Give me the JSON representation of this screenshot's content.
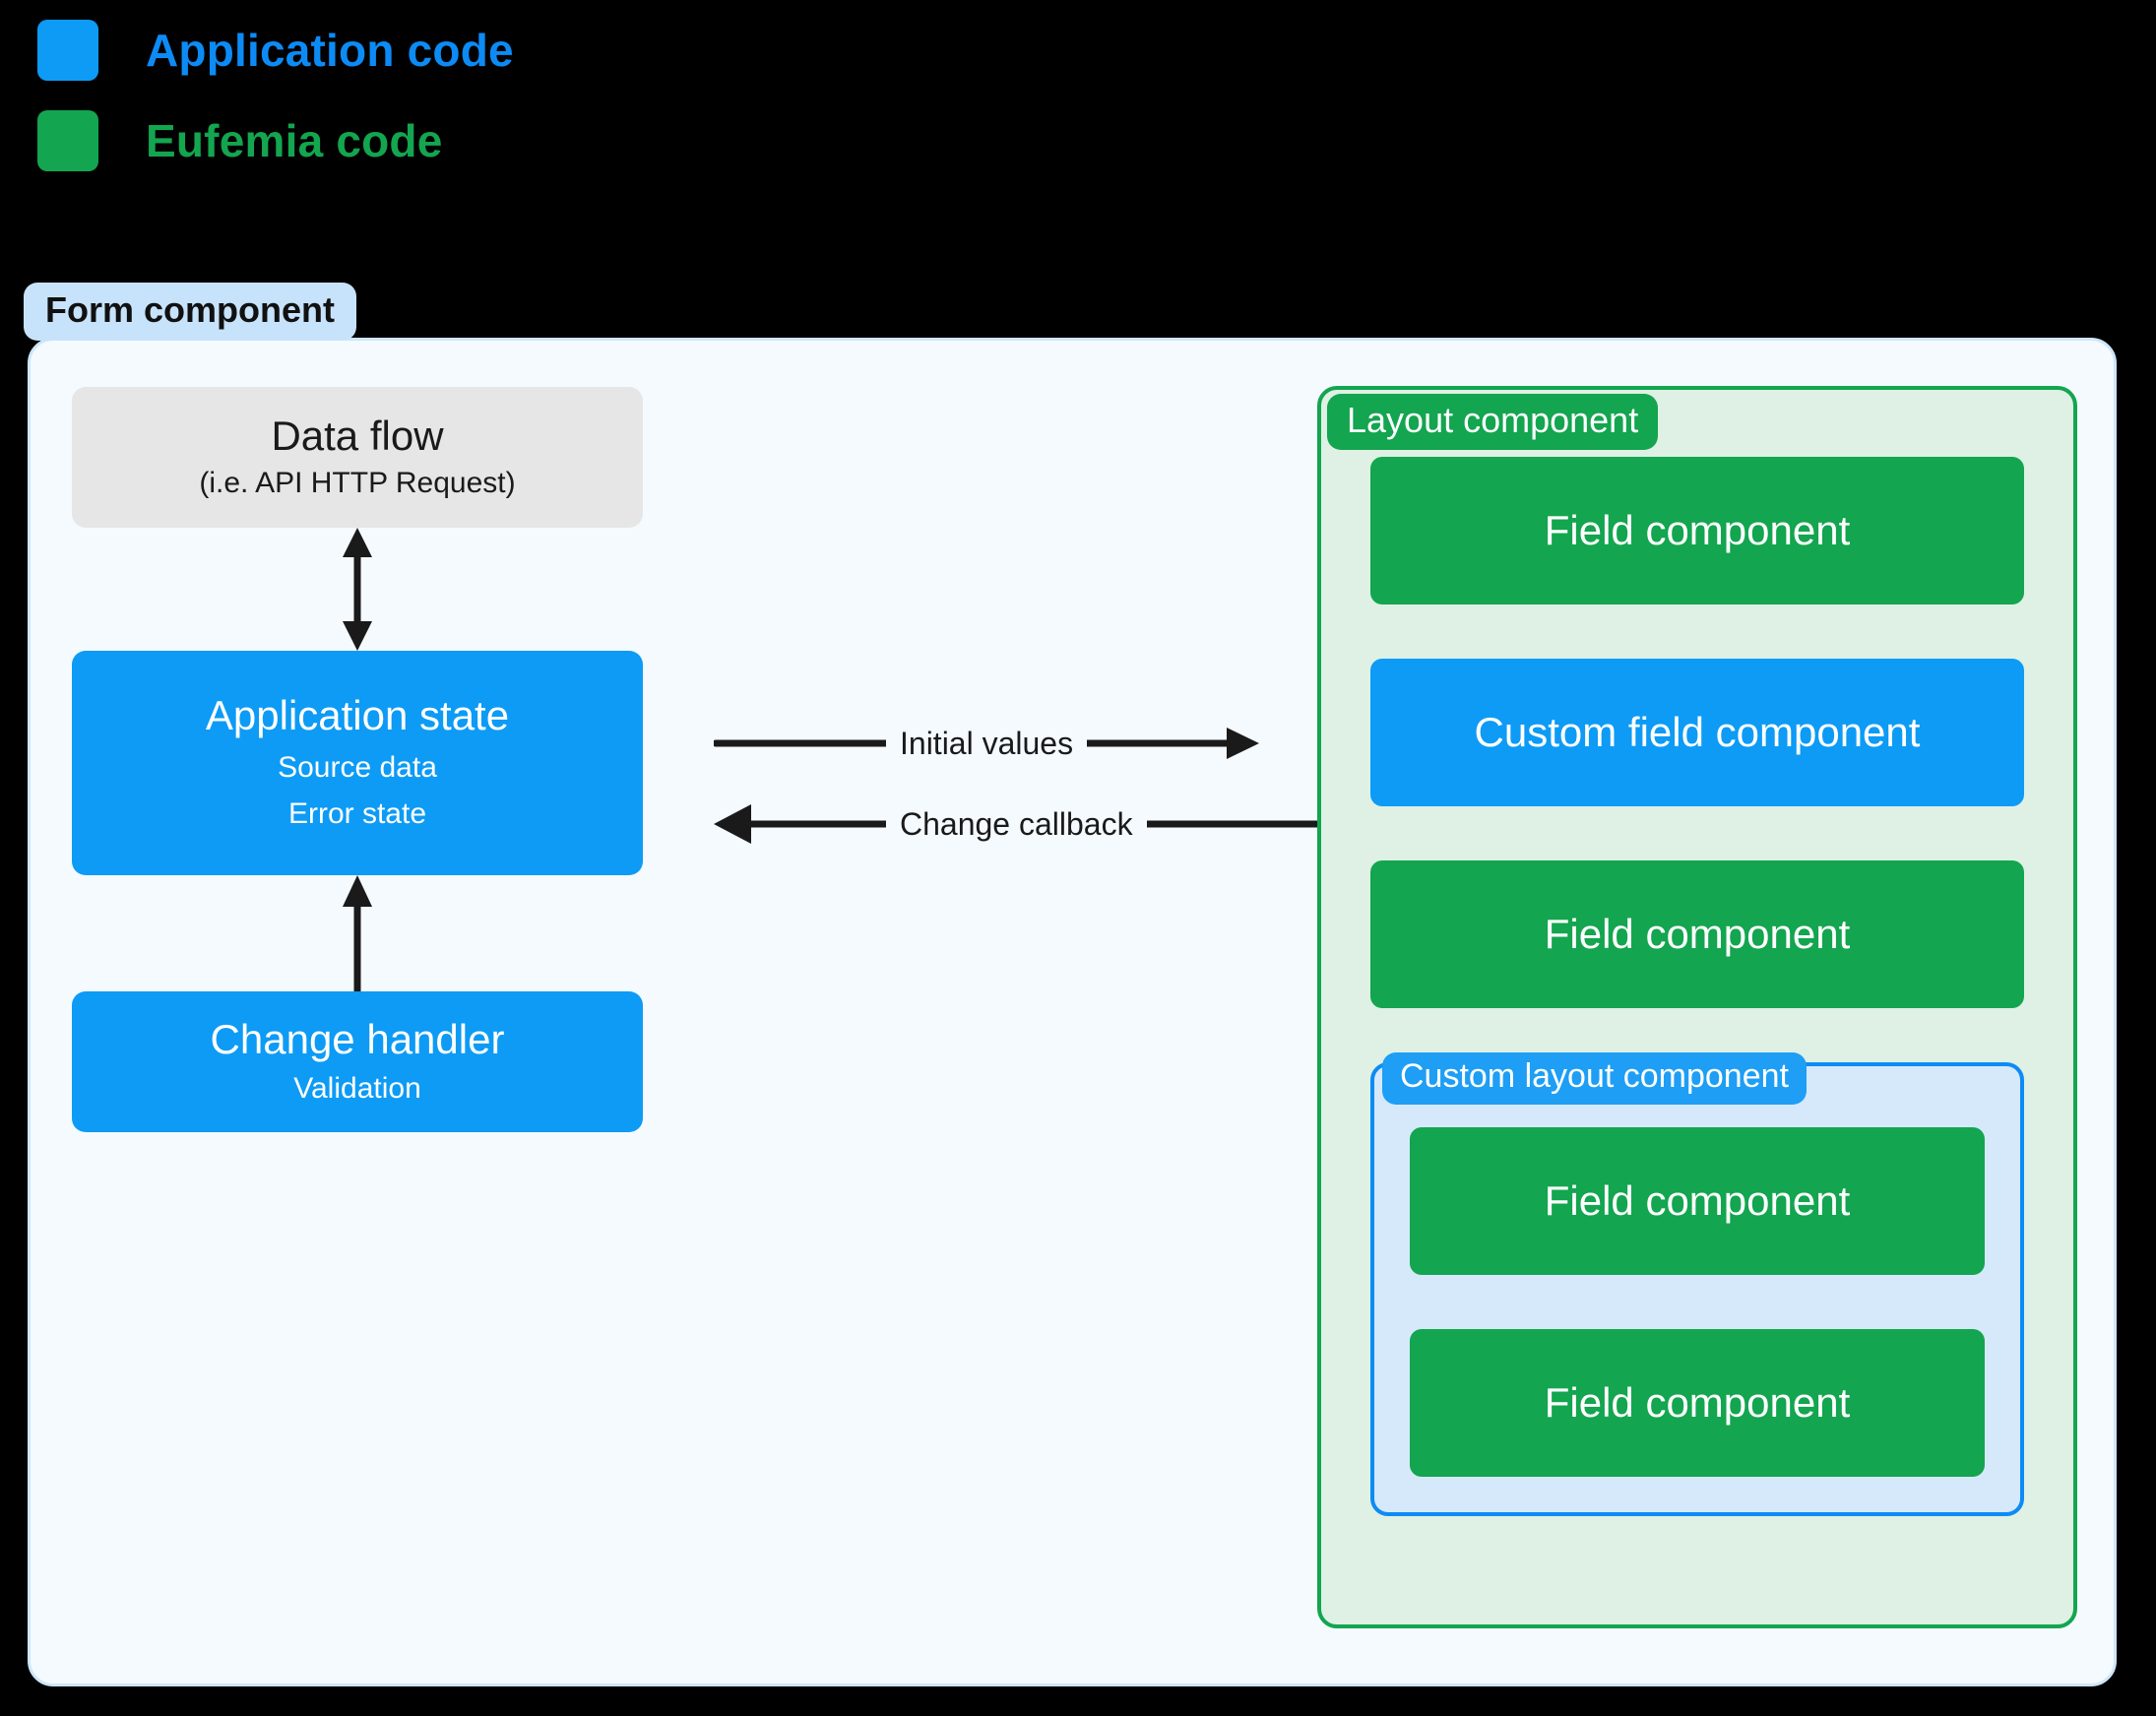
{
  "legend": {
    "items": [
      {
        "label": "Application code",
        "color": "#0D8BF5",
        "swatch": "#0D9BF5"
      },
      {
        "label": "Eufemia code",
        "color": "#13A54F",
        "swatch": "#13A54F"
      }
    ]
  },
  "form": {
    "badge": "Form component"
  },
  "left": {
    "dataflow": {
      "title": "Data flow",
      "subtitle": "(i.e. API HTTP Request)"
    },
    "appstate": {
      "title": "Application state",
      "sub1": "Source data",
      "sub2": "Error state"
    },
    "changehandler": {
      "title": "Change handler",
      "sub1": "Validation"
    }
  },
  "arrows": {
    "initial_values": "Initial values",
    "change_callback": "Change callback"
  },
  "layout": {
    "badge": "Layout component",
    "items": [
      {
        "label": "Field component",
        "kind": "green"
      },
      {
        "label": "Custom field component",
        "kind": "blue"
      },
      {
        "label": "Field component",
        "kind": "green"
      }
    ],
    "custom": {
      "badge": "Custom layout component",
      "items": [
        {
          "label": "Field component",
          "kind": "green"
        },
        {
          "label": "Field component",
          "kind": "green"
        }
      ]
    }
  },
  "colors": {
    "application_blue": "#0D9BF5",
    "eufemia_green": "#13A54F",
    "form_badge_bg": "#C7E3FB",
    "form_container_bg": "#F4FAFE",
    "layout_container_bg": "#DEF1E4",
    "custom_container_bg": "#D6E9FB",
    "dataflow_bg": "#E6E6E6",
    "page_bg": "#000000"
  }
}
